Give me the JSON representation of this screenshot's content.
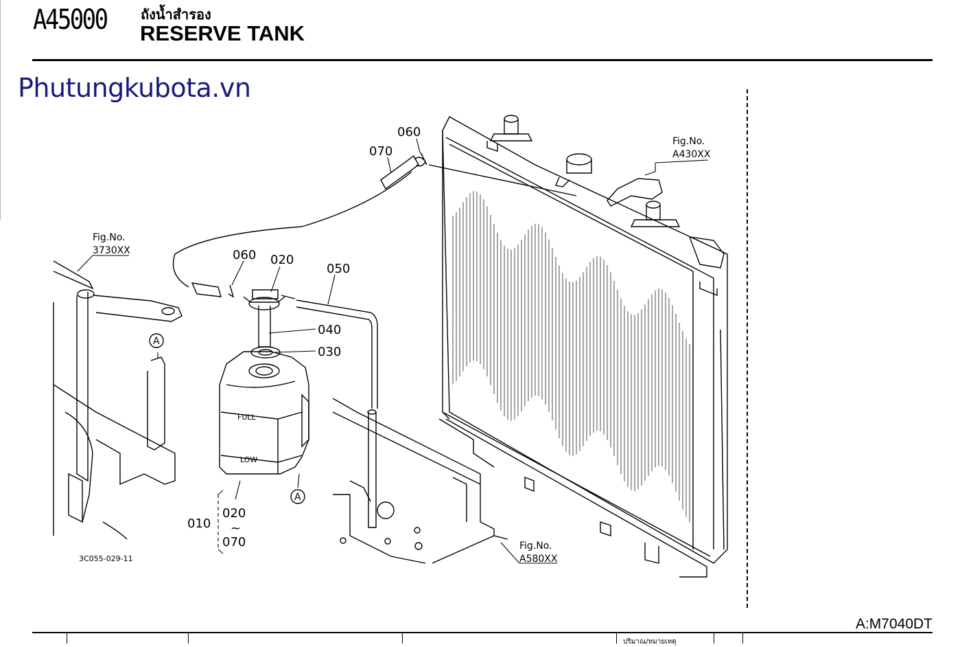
{
  "header": {
    "code": "A45000",
    "thai": "ถังน้ำสำรอง",
    "title": "RESERVE TANK"
  },
  "watermark": "Phutungkubota.vn",
  "model": "A:M7040DT",
  "drawing_id": "3C055-029-11",
  "tank": {
    "full": "FULL",
    "low": "LOW"
  },
  "ref_marker": "A",
  "fig_refs": {
    "fig_label": "Fig.No.",
    "radiator": "A430XX",
    "frame": "3730XX",
    "chassis": "A580XX"
  },
  "parts": {
    "p060a": "060",
    "p070": "070",
    "p060b": "060",
    "p020": "020",
    "p050": "050",
    "p040": "040",
    "p030": "030",
    "p010": "010",
    "range_start": "020",
    "range_sep": "~",
    "range_end": "070"
  },
  "footer_text": "ปริมาณ/หมายเหตุ"
}
